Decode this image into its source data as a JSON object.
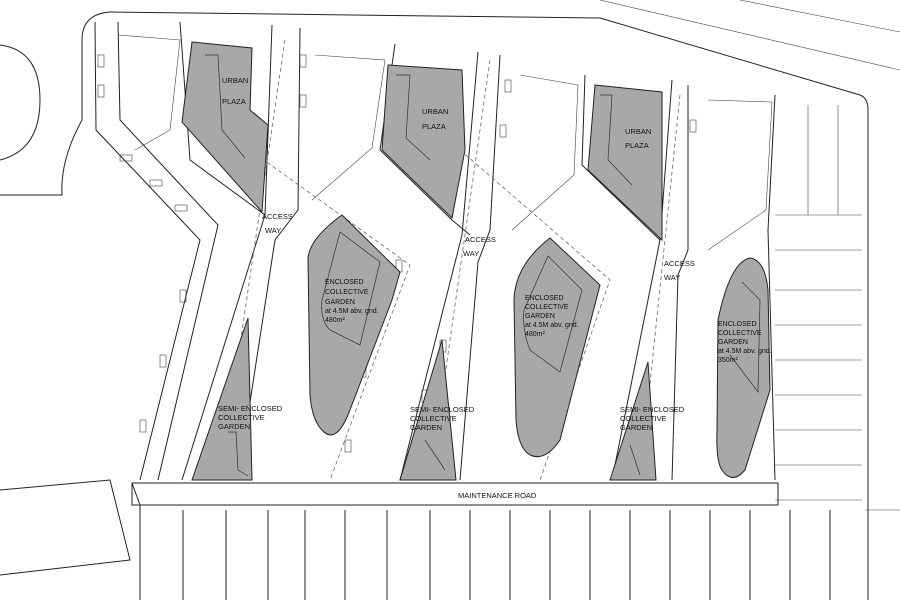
{
  "labels": {
    "urban_plaza": [
      "URBAN",
      "PLAZA"
    ],
    "access_way": [
      "ACCESS",
      "WAY"
    ],
    "enclosed_garden_1": [
      "ENCLOSED",
      "COLLECTIVE",
      "GARDEN",
      "at 4.5M abv. gnd.",
      "480m²"
    ],
    "enclosed_garden_2": [
      "ENCLOSED",
      "COLLECTIVE",
      "GARDEN",
      "at 4.5M abv. gnd.",
      "480m²"
    ],
    "enclosed_garden_3": [
      "ENCLOSED",
      "COLLECTIVE",
      "GARDEN",
      "at 4.5M abv. gnd.",
      "350m²"
    ],
    "semi_enclosed_garden": [
      "SEMI- ENCLOSED",
      "COLLECTIVE",
      "GARDEN"
    ],
    "maintenance_road": "MAINTENANCE ROAD"
  }
}
